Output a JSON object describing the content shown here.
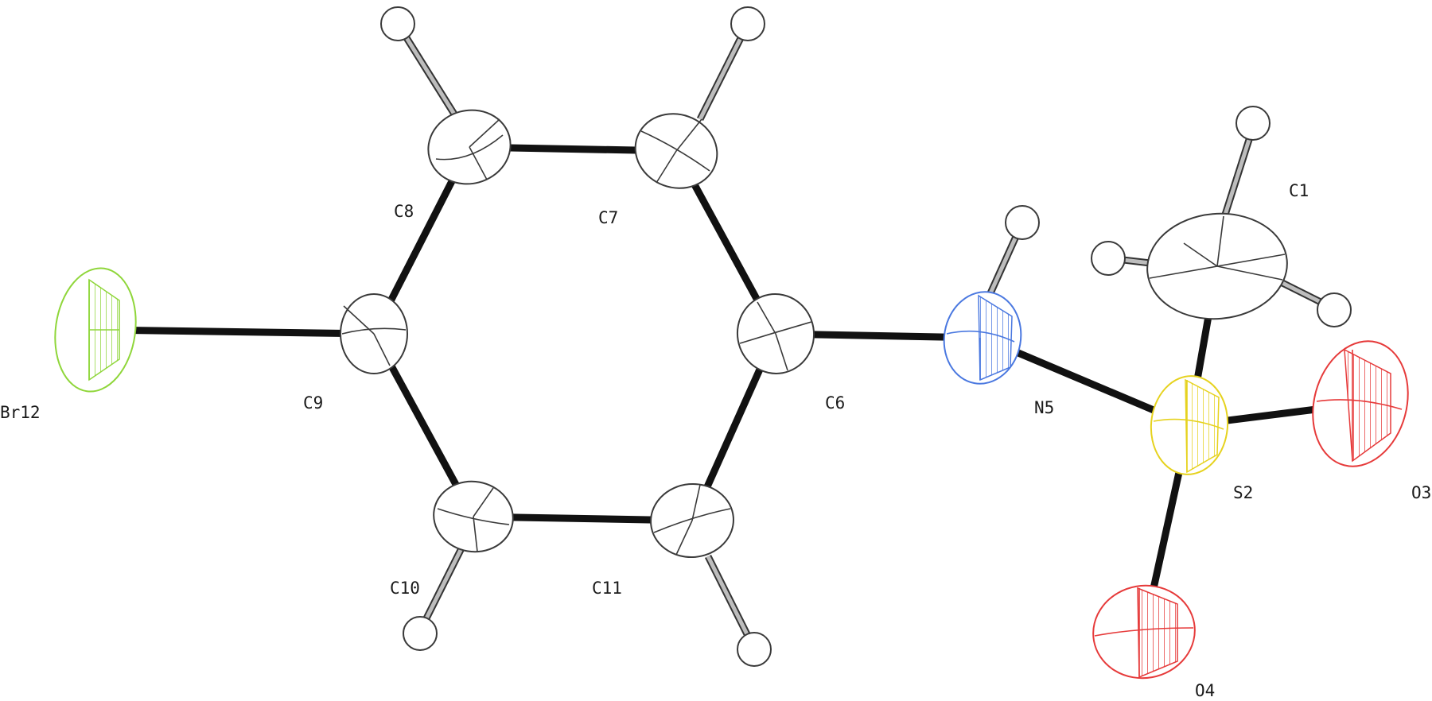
{
  "labels": {
    "c1": "C1",
    "s2": "S2",
    "o3": "O3",
    "o4": "O4",
    "n5": "N5",
    "c6": "C6",
    "c7": "C7",
    "c8": "C8",
    "c9": "C9",
    "c10": "C10",
    "c11": "C11",
    "br12": "Br12"
  },
  "colors": {
    "carbon": "#3a3a3a",
    "hydrogen": "#3a3a3a",
    "bromine": "#8fd63a",
    "nitrogen": "#4a78e0",
    "sulfur": "#e6d21e",
    "oxygen": "#e63a3a",
    "bond": "#111111"
  }
}
